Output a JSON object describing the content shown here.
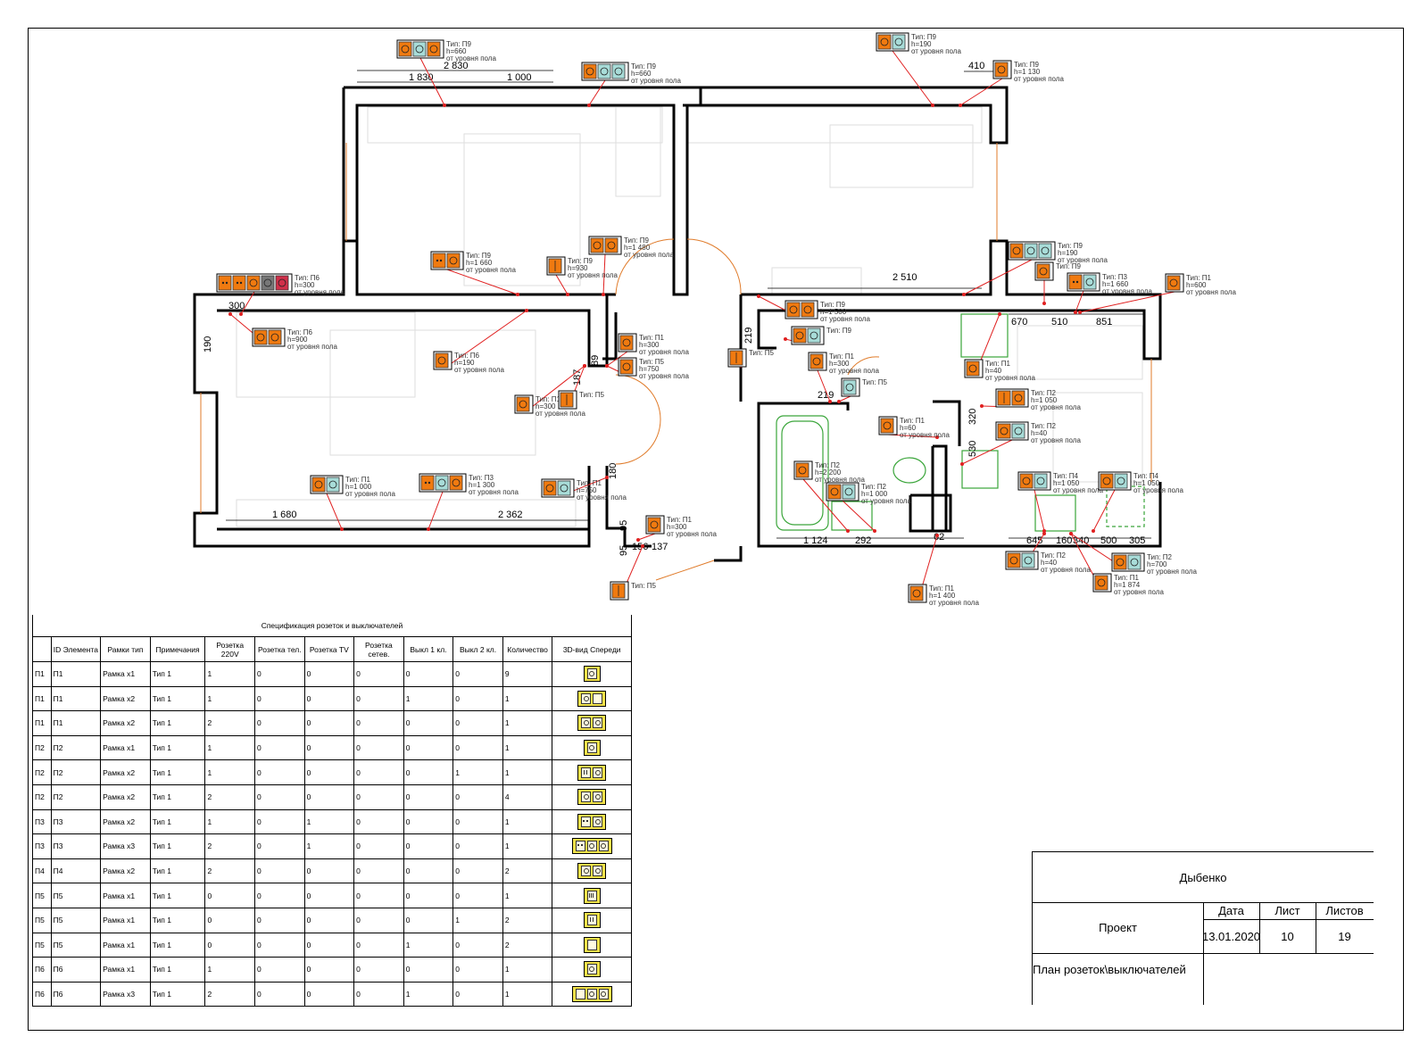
{
  "plan": {
    "dimensions": [
      "2 830",
      "1 830",
      "1 000",
      "410",
      "2 510",
      "300",
      "190",
      "670",
      "510",
      "851",
      "219",
      "187",
      "89",
      "219",
      "320",
      "530",
      "1 680",
      "2 362",
      "180",
      "95",
      "95",
      "156",
      "137",
      "1 124",
      "292",
      "62",
      "645",
      "160",
      "340",
      "500",
      "305"
    ],
    "tags": [
      {
        "id": "t1",
        "lines": [
          "Тип: П9",
          "h=660",
          "от уровня пола"
        ]
      },
      {
        "id": "t2",
        "lines": [
          "Тип: П9",
          "h=660",
          "от уровня пола"
        ]
      },
      {
        "id": "t3",
        "lines": [
          "Тип: П9",
          "h=190",
          "от уровня пола"
        ]
      },
      {
        "id": "t4",
        "lines": [
          "Тип: П9",
          "h=1 130",
          "от уровня пола"
        ]
      },
      {
        "id": "t5",
        "lines": [
          "Тип: П9",
          "h=1 480",
          "от уровня пола"
        ]
      },
      {
        "id": "t6",
        "lines": [
          "Тип: П9",
          "h=1 660",
          "от уровня пола"
        ]
      },
      {
        "id": "t7",
        "lines": [
          "Тип: П9",
          "h=930",
          "от уровня пола"
        ]
      },
      {
        "id": "t8",
        "lines": [
          "Тип: П6",
          "h=300",
          "от уровня пола"
        ]
      },
      {
        "id": "t9",
        "lines": [
          "Тип: П6",
          "h=900",
          "от уровня пола"
        ]
      },
      {
        "id": "t10",
        "lines": [
          "Тип: П6",
          "h=190",
          "от уровня пола"
        ]
      },
      {
        "id": "t11",
        "lines": [
          "Тип: П1",
          "h=300",
          "от уровня пола"
        ]
      },
      {
        "id": "t12",
        "lines": [
          "Тип: П5",
          "h=750",
          "от уровня пола"
        ]
      },
      {
        "id": "t13",
        "lines": [
          "Тип: П1",
          "h=300",
          "от уровня пола"
        ]
      },
      {
        "id": "t14",
        "lines": [
          "Тип: П5"
        ]
      },
      {
        "id": "t15",
        "lines": [
          "Тип: П9",
          "h=190",
          "от уровня пола"
        ]
      },
      {
        "id": "t16",
        "lines": [
          "Тип: П9"
        ]
      },
      {
        "id": "t17",
        "lines": [
          "Тип: П3",
          "h=1 660",
          "от уровня пола"
        ]
      },
      {
        "id": "t18",
        "lines": [
          "Тип: П1",
          "h=600",
          "от уровня пола"
        ]
      },
      {
        "id": "t19",
        "lines": [
          "Тип: П9",
          "h=1 500",
          "от уровня пола"
        ]
      },
      {
        "id": "t20",
        "lines": [
          "Тип: П9"
        ]
      },
      {
        "id": "t21",
        "lines": [
          "Тип: П5"
        ]
      },
      {
        "id": "t22",
        "lines": [
          "Тип: П1",
          "h=300",
          "от уровня пола"
        ]
      },
      {
        "id": "t23",
        "lines": [
          "Тип: П5"
        ]
      },
      {
        "id": "t24",
        "lines": [
          "Тип: П1",
          "h=40",
          "от уровня пола"
        ]
      },
      {
        "id": "t25",
        "lines": [
          "Тип: П2",
          "h=1 050",
          "от уровня пола"
        ]
      },
      {
        "id": "t26",
        "lines": [
          "Тип: П2",
          "h=40",
          "от уровня пола"
        ]
      },
      {
        "id": "t27",
        "lines": [
          "Тип: П1",
          "h=60",
          "от уровня пола"
        ]
      },
      {
        "id": "t28",
        "lines": [
          "Тип: П2",
          "h=2 200",
          "от уровня пола"
        ]
      },
      {
        "id": "t29",
        "lines": [
          "Тип: П2",
          "h=1 000",
          "от уровня пола"
        ]
      },
      {
        "id": "t30",
        "lines": [
          "Тип: П4",
          "h=1 050",
          "от уровня пола"
        ]
      },
      {
        "id": "t31",
        "lines": [
          "Тип: П4",
          "h=1 050",
          "от уровня пола"
        ]
      },
      {
        "id": "t32",
        "lines": [
          "Тип: П1",
          "h=1 000",
          "от уровня пола"
        ]
      },
      {
        "id": "t33",
        "lines": [
          "Тип: П3",
          "h=1 300",
          "от уровня пола"
        ]
      },
      {
        "id": "t34",
        "lines": [
          "Тип: П1",
          "h=750",
          "от уровня пола"
        ]
      },
      {
        "id": "t35",
        "lines": [
          "Тип: П1",
          "h=300",
          "от уровня пола"
        ]
      },
      {
        "id": "t36",
        "lines": [
          "Тип: П5"
        ]
      },
      {
        "id": "t37",
        "lines": [
          "Тип: П1",
          "h=1 400",
          "от уровня пола"
        ]
      },
      {
        "id": "t38",
        "lines": [
          "Тип: П2",
          "h=40",
          "от уровня пола"
        ]
      },
      {
        "id": "t39",
        "lines": [
          "Тип: П2",
          "h=700",
          "от уровня пола"
        ]
      },
      {
        "id": "t40",
        "lines": [
          "Тип: П1",
          "h=1 874",
          "от уровня пола"
        ]
      }
    ]
  },
  "spec": {
    "title": "Спецификация розеток и выключателей",
    "headers": [
      "",
      "ID Элемента",
      "Рамки тип",
      "Примечания",
      "Розетка 220V",
      "Розетка тел.",
      "Розетка TV",
      "Розетка сетев.",
      "Выкл 1 кл.",
      "Выкл 2 кл.",
      "Количество",
      "3D-вид Спереди"
    ],
    "rows": [
      {
        "c": [
          "П1",
          "П1",
          "Рамка х1",
          "Тип 1",
          "1",
          "0",
          "0",
          "0",
          "0",
          "0",
          "9"
        ],
        "icon": "o"
      },
      {
        "c": [
          "П1",
          "П1",
          "Рамка х2",
          "Тип 1",
          "1",
          "0",
          "0",
          "0",
          "1",
          "0",
          "1"
        ],
        "icon": "os"
      },
      {
        "c": [
          "П1",
          "П1",
          "Рамка х2",
          "Тип 1",
          "2",
          "0",
          "0",
          "0",
          "0",
          "0",
          "1"
        ],
        "icon": "oo"
      },
      {
        "c": [
          "П2",
          "П2",
          "Рамка х1",
          "Тип 1",
          "1",
          "0",
          "0",
          "0",
          "0",
          "0",
          "1"
        ],
        "icon": "o"
      },
      {
        "c": [
          "П2",
          "П2",
          "Рамка х2",
          "Тип 1",
          "1",
          "0",
          "0",
          "0",
          "0",
          "1",
          "1"
        ],
        "icon": "do"
      },
      {
        "c": [
          "П2",
          "П2",
          "Рамка х2",
          "Тип 1",
          "2",
          "0",
          "0",
          "0",
          "0",
          "0",
          "4"
        ],
        "icon": "oo"
      },
      {
        "c": [
          "П3",
          "П3",
          "Рамка х2",
          "Тип 1",
          "1",
          "0",
          "1",
          "0",
          "0",
          "0",
          "1"
        ],
        "icon": "no"
      },
      {
        "c": [
          "П3",
          "П3",
          "Рамка х3",
          "Тип 1",
          "2",
          "0",
          "1",
          "0",
          "0",
          "0",
          "1"
        ],
        "icon": "noo"
      },
      {
        "c": [
          "П4",
          "П4",
          "Рамка х2",
          "Тип 1",
          "2",
          "0",
          "0",
          "0",
          "0",
          "0",
          "2"
        ],
        "icon": "oo"
      },
      {
        "c": [
          "П5",
          "П5",
          "Рамка х1",
          "Тип 1",
          "0",
          "0",
          "0",
          "0",
          "0",
          "0",
          "1"
        ],
        "icon": "t"
      },
      {
        "c": [
          "П5",
          "П5",
          "Рамка х1",
          "Тип 1",
          "0",
          "0",
          "0",
          "0",
          "0",
          "1",
          "2"
        ],
        "icon": "d"
      },
      {
        "c": [
          "П5",
          "П5",
          "Рамка х1",
          "Тип 1",
          "0",
          "0",
          "0",
          "0",
          "1",
          "0",
          "2"
        ],
        "icon": "s"
      },
      {
        "c": [
          "П6",
          "П6",
          "Рамка х1",
          "Тип 1",
          "1",
          "0",
          "0",
          "0",
          "0",
          "0",
          "1"
        ],
        "icon": "o"
      },
      {
        "c": [
          "П6",
          "П6",
          "Рамка х3",
          "Тип 1",
          "2",
          "0",
          "0",
          "0",
          "1",
          "0",
          "1"
        ],
        "icon": "soo"
      }
    ]
  },
  "titleblock": {
    "author": "Дыбенко",
    "project": "Проект",
    "date_label": "Дата",
    "sheet_label": "Лист",
    "sheets_label": "Листов",
    "date": "13.01.2020",
    "sheet": "10",
    "sheets": "19",
    "name": "План розеток\\выключателей"
  }
}
